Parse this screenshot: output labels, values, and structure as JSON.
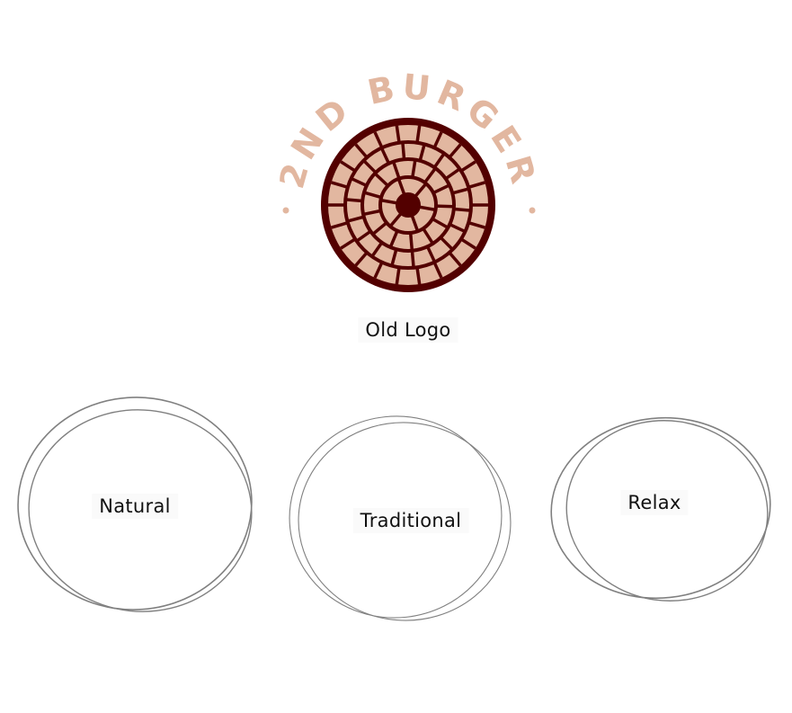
{
  "logo": {
    "brand_text": "2ND BURGER",
    "colors": {
      "text": "#e2b7a0",
      "tile": "#e2b7a0",
      "grout": "#530000"
    }
  },
  "caption": "Old Logo",
  "keywords": [
    {
      "label": "Natural"
    },
    {
      "label": "Traditional"
    },
    {
      "label": "Relax"
    }
  ],
  "sketch_color": "#808080"
}
